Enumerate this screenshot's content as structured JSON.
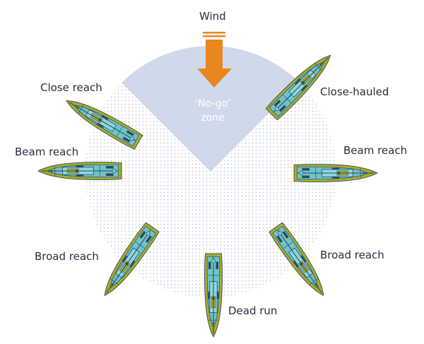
{
  "wind_label": "Wind",
  "no_go_line1": "‘No-go’",
  "no_go_line2": "zone",
  "points_of_sail": {
    "close_reach_left": "Close reach",
    "beam_reach_left": "Beam reach",
    "broad_reach_left": "Broad reach",
    "close_hauled_right": "Close-hauled",
    "beam_reach_right": "Beam reach",
    "broad_reach_right": "Broad reach",
    "dead_run": "Dead run"
  },
  "colors": {
    "wind_arrow": "#e8861f",
    "no_go_zone": "#cfd9e9",
    "sail_area_dots": "#aabdd4",
    "hull": "#a8ab2c",
    "deck": "#6ec3cc",
    "outline": "#2a4a5a",
    "label_text": "#262f3a"
  }
}
